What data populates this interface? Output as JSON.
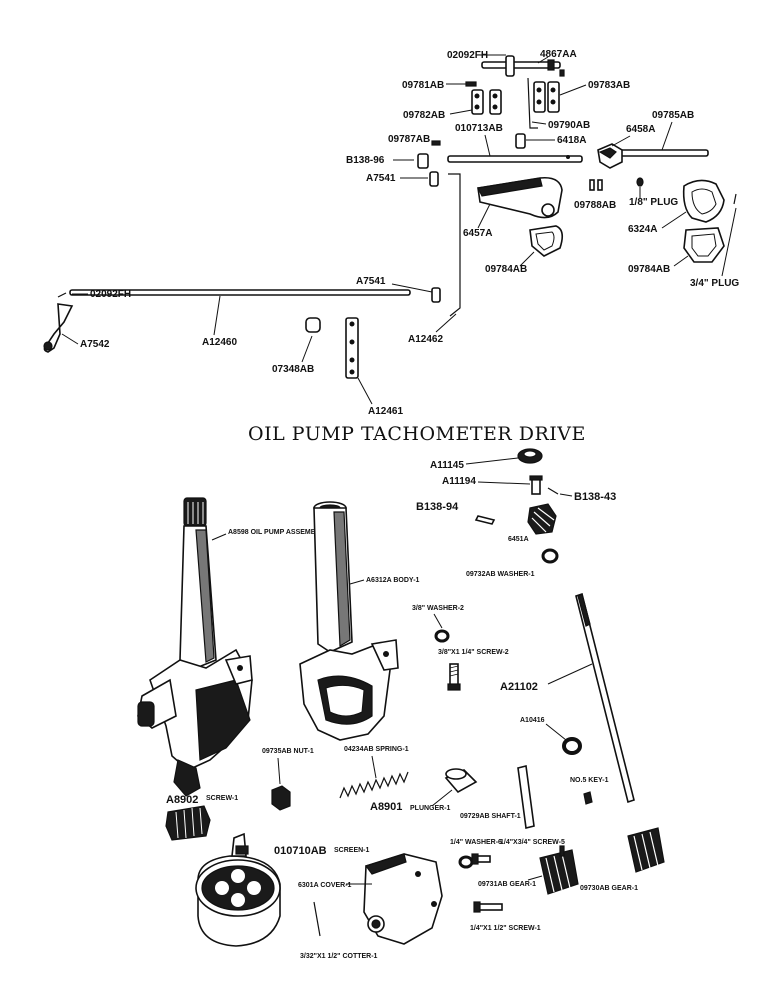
{
  "section_title": "OIL PUMP TACHOMETER DRIVE",
  "labels": {
    "l_02092FH_top": "02092FH",
    "l_4867AA": "4867AA",
    "l_09781AB": "09781AB",
    "l_09783AB": "09783AB",
    "l_09782AB": "09782AB",
    "l_09790AB": "09790AB",
    "l_010713AB": "010713AB",
    "l_6418A": "6418A",
    "l_09787AB": "09787AB",
    "l_09785AB": "09785AB",
    "l_6458A": "6458A",
    "l_B138_96": "B138-96",
    "l_A7541_top": "A7541",
    "l_09788AB": "09788AB",
    "l_plug_18": "1/8\" PLUG",
    "l_6457A": "6457A",
    "l_6324A": "6324A",
    "l_09784AB_a": "09784AB",
    "l_09784AB_b": "09784AB",
    "l_plug_34": "3/4\" PLUG",
    "l_02092FH_left": "02092FH",
    "l_A7541_lower": "A7541",
    "l_A7542": "A7542",
    "l_A12460": "A12460",
    "l_07348AB": "07348AB",
    "l_A12462": "A12462",
    "l_A12461": "A12461",
    "l_A11145": "A11145",
    "l_A11194": "A11194",
    "l_B138_43": "B138-43",
    "l_B138_94": "B138-94",
    "l_6451A": "6451A",
    "l_09732AB": "09732AB WASHER-1",
    "l_A8598": "A8598 OIL PUMP ASSEMBLY-1",
    "l_A6312A": "A6312A BODY-1",
    "l_washer_38": "3/8\" WASHER-2",
    "l_screw_38": "3/8\"X1 1/4\" SCREW-2",
    "l_A21102": "A21102",
    "l_A10416": "A10416",
    "l_09735AB": "09735AB NUT-1",
    "l_04234AB": "04234AB SPRING-1",
    "l_A8901": "A8901",
    "l_plunger": "PLUNGER-1",
    "l_09729AB": "09729AB SHAFT-1",
    "l_key": "NO.5 KEY-1",
    "l_A8902": "A8902",
    "l_screw_a8902": "SCREW-1",
    "l_010710AB": "010710AB",
    "l_screen": "SCREEN-1",
    "l_washer_14": "1/4\" WASHER-6",
    "l_screw_14_34": "1/4\"X3/4\" SCREW-5",
    "l_6301A": "6301A COVER-1",
    "l_09731AB": "09731AB GEAR-1",
    "l_09730AB": "09730AB GEAR-1",
    "l_screw_14_112": "1/4\"X1 1/2\" SCREW-1",
    "l_cotter": "3/32\"X1 1/2\" COTTER-1"
  }
}
